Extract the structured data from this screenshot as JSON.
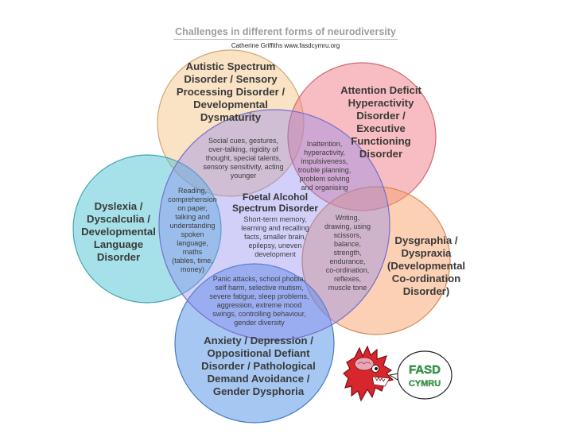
{
  "title": "Challenges in different forms of neurodiversity",
  "subtitle": "Catherine Griffiths www.fasdcymru.org",
  "colors": {
    "autism": "#f5c68a",
    "adhd": "#f27c86",
    "dyslexia": "#4ec3d3",
    "dysgraphia": "#f7a26b",
    "anxiety": "#4d8fe6",
    "fasd": "#8a83ee",
    "logo_red": "#d7262c",
    "logo_green": "#35a64a"
  },
  "circles": {
    "autism": {
      "lines": [
        "Autistic Spectrum",
        "Disorder / Sensory",
        "Processing Disorder /",
        "Developmental",
        "Dysmaturity"
      ]
    },
    "adhd": {
      "lines": [
        "Attention Deficit",
        "Hyperactivity",
        "Disorder /",
        "Executive",
        "Functioning",
        "Disorder"
      ]
    },
    "dyslexia": {
      "lines": [
        "Dyslexia /",
        "Dyscalculia /",
        "Developmental",
        "Language",
        "Disorder"
      ]
    },
    "dysgraphia": {
      "lines": [
        "Dysgraphia /",
        "Dyspraxia",
        "(Developmental",
        "Co-ordination",
        "Disorder)"
      ]
    },
    "anxiety": {
      "lines": [
        "Anxiety / Depression /",
        "Oppositional Defiant",
        "Disorder / Pathological",
        "Demand Avoidance /",
        "Gender Dysphoria"
      ]
    },
    "fasd": {
      "title_lines": [
        "Foetal Alcohol",
        "Spectrum Disorder"
      ],
      "desc_lines": [
        "Short-term memory,",
        "learning and recalling",
        "facts, smaller brain,",
        "epilepsy, uneven",
        "development"
      ]
    }
  },
  "overlaps": {
    "autism": [
      "Social cues, gestures,",
      "over-talking, rigidity of",
      "thought, special talents,",
      "sensory sensitivity, acting",
      "younger"
    ],
    "adhd": [
      "Inattention,",
      "hyperactivity,",
      "impulsiveness,",
      "trouble planning,",
      "problem solving",
      "and organising"
    ],
    "dyslexia": [
      "Reading,",
      "comprehension",
      "on paper,",
      "talking and",
      "understanding",
      "spoken",
      "language,",
      "maths",
      "(tables, time,",
      "money)"
    ],
    "dysgraphia": [
      "Writing,",
      "drawing, using",
      "scissors,",
      "balance,",
      "strength,",
      "endurance,",
      "co-ordination,",
      "reflexes,",
      "muscle tone"
    ],
    "anxiety": [
      "Panic attacks, school phobia,",
      "self harm, selective mutism,",
      "severe fatigue, sleep problems,",
      "aggression, extreme mood",
      "swings, controlling behaviour,",
      "gender diversity"
    ]
  },
  "logo": {
    "line1": "FASD",
    "line2": "CYMRU"
  }
}
